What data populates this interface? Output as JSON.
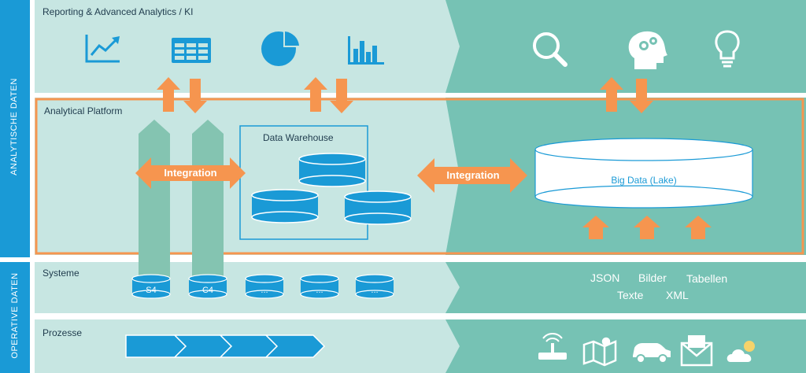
{
  "sidebar": {
    "analytics_label": "ANALYTISCHE DATEN",
    "operative_label": "OPERATIVE DATEN"
  },
  "reporting": {
    "title": "Reporting & Advanced Analytics / KI",
    "left_icons": [
      "line-chart-icon",
      "table-icon",
      "pie-chart-icon",
      "bar-chart-icon"
    ],
    "right_icons": [
      "magnifier-icon",
      "brain-gears-icon",
      "lightbulb-icon"
    ]
  },
  "platform": {
    "title": "Analytical Platform",
    "dwh_title": "Data Warehouse",
    "integration_left": "Integration",
    "integration_mid": "Integration",
    "big_data": "Big Data (Lake)"
  },
  "systeme": {
    "title": "Systeme",
    "cylinders": [
      "S4",
      "C4",
      "...",
      "...",
      "..."
    ],
    "data_types": [
      "JSON",
      "Bilder",
      "Tabellen",
      "Texte",
      "XML"
    ]
  },
  "prozesse": {
    "title": "Prozesse",
    "right_icons": [
      "router-icon",
      "map-icon",
      "car-icon",
      "email-icon",
      "weather-icon"
    ]
  },
  "colors": {
    "light_band": "#c7e6e2",
    "teal": "#76c2b4",
    "blue": "#1a9ad6",
    "orange": "#f6954f",
    "pillar": "#84c4b1"
  }
}
